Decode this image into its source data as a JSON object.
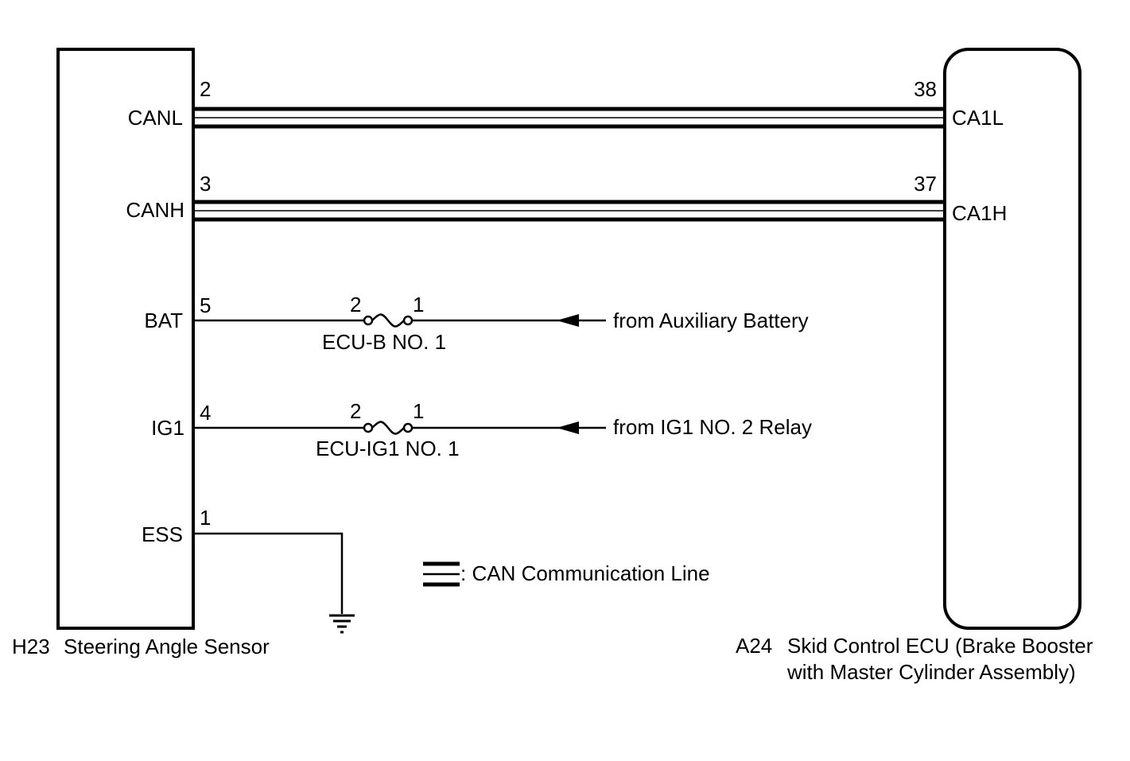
{
  "left_component": {
    "code": "H23",
    "name": "Steering Angle Sensor",
    "pins": [
      {
        "number": "2",
        "name": "CANL"
      },
      {
        "number": "3",
        "name": "CANH"
      },
      {
        "number": "5",
        "name": "BAT"
      },
      {
        "number": "4",
        "name": "IG1"
      },
      {
        "number": "1",
        "name": "ESS"
      }
    ]
  },
  "right_component": {
    "code": "A24",
    "name_line1": "Skid Control ECU (Brake Booster",
    "name_line2": "with Master Cylinder Assembly)",
    "pins": [
      {
        "number": "38",
        "name": "CA1L"
      },
      {
        "number": "37",
        "name": "CA1H"
      }
    ]
  },
  "fuses": [
    {
      "name": "ECU-B NO. 1",
      "pin_left": "2",
      "pin_right": "1",
      "source": "from Auxiliary Battery"
    },
    {
      "name": "ECU-IG1 NO. 1",
      "pin_left": "2",
      "pin_right": "1",
      "source": "from IG1 NO. 2 Relay"
    }
  ],
  "legend": {
    "text": ": CAN Communication Line"
  },
  "colors": {
    "line": "#000000",
    "background": "#ffffff"
  }
}
